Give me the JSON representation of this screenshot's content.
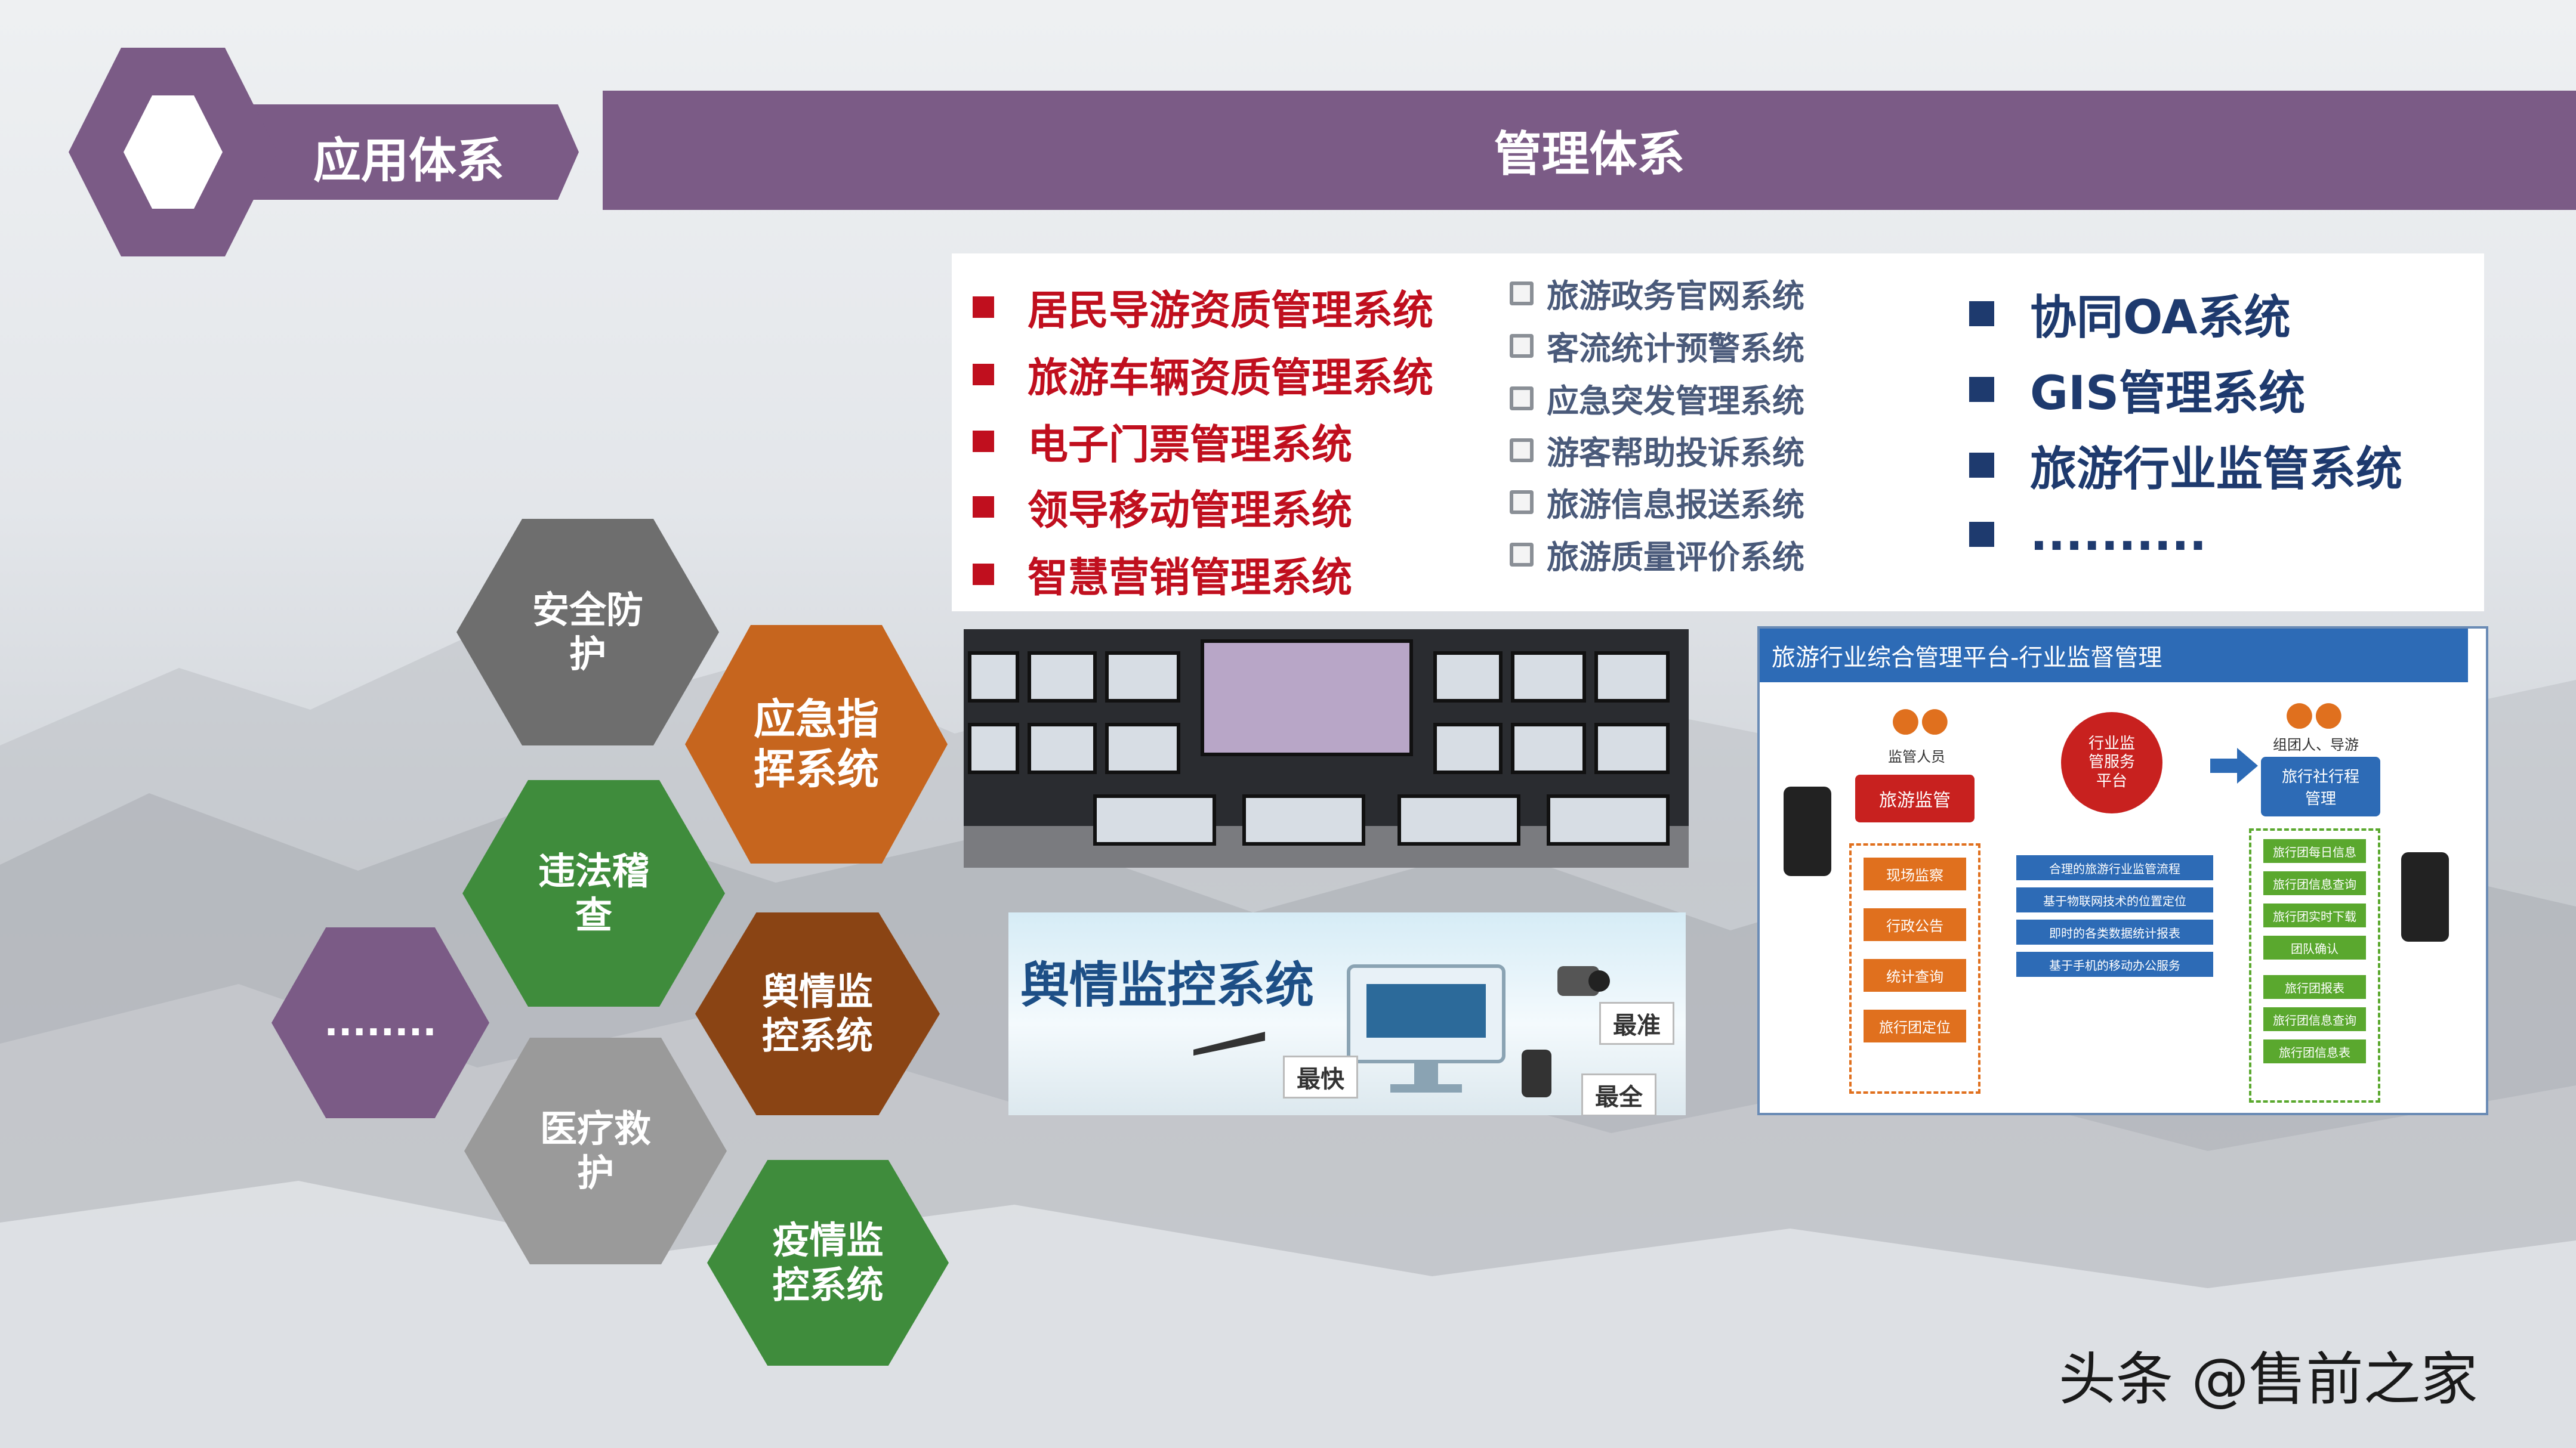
{
  "header": {
    "app_system_title": "应用体系",
    "management_system_title": "管理体系"
  },
  "colors": {
    "purple": "#7b5b86",
    "dark_gray": "#6e6e6e",
    "orange": "#c6651e",
    "green": "#3f8c3c",
    "brown": "#8a4414",
    "light_gray": "#9a9a9a",
    "red_text": "#c00f1e",
    "navy_text": "#1e3a6e"
  },
  "hexagons": [
    {
      "label": "安全防\n护"
    },
    {
      "label": "应急指\n挥系统"
    },
    {
      "label": "违法稽\n查"
    },
    {
      "label": "舆情监\n控系统"
    },
    {
      "label": "医疗救\n护"
    },
    {
      "label": "疫情监\n控系统"
    },
    {
      "label": "........"
    }
  ],
  "mgmt_list_red": [
    "居民导游资质管理系统",
    "旅游车辆资质管理系统",
    "电子门票管理系统",
    "领导移动管理系统",
    "智慧营销管理系统"
  ],
  "mgmt_list_gray": [
    "旅游政务官网系统",
    "客流统计预警系统",
    "应急突发管理系统",
    "游客帮助投诉系统",
    "旅游信息报送系统",
    "旅游质量评价系统"
  ],
  "mgmt_list_navy": [
    "协同OA系统",
    "GIS管理系统",
    "旅游行业监管系统",
    ".........."
  ],
  "sentiment_panel": {
    "title": "舆情监控系统",
    "tag_fastest": "最快",
    "tag_most_accurate": "最准",
    "tag_most_complete": "最全"
  },
  "platform_panel": {
    "title": "旅游行业综合管理平台-行业监督管理",
    "left_role": "监管人员",
    "right_role": "组团人、导游",
    "center_circle": "行业监\n管服务\n平台",
    "left_header": "旅游监管",
    "right_header": "旅行社行程\n管理",
    "left_items": [
      "现场监察",
      "行政公告",
      "统计查询",
      "旅行团定位"
    ],
    "middle_items": [
      "合理的旅游行业监管流程",
      "基于物联网技术的位置定位",
      "即时的各类数据统计报表",
      "基于手机的移动办公服务"
    ],
    "right_items": [
      "旅行团每日信息",
      "旅行团信息查询",
      "旅行团实时下载",
      "团队确认",
      "旅行团报表",
      "旅行团信息查询",
      "旅行团信息表"
    ]
  },
  "watermark": "头条 @售前之家"
}
